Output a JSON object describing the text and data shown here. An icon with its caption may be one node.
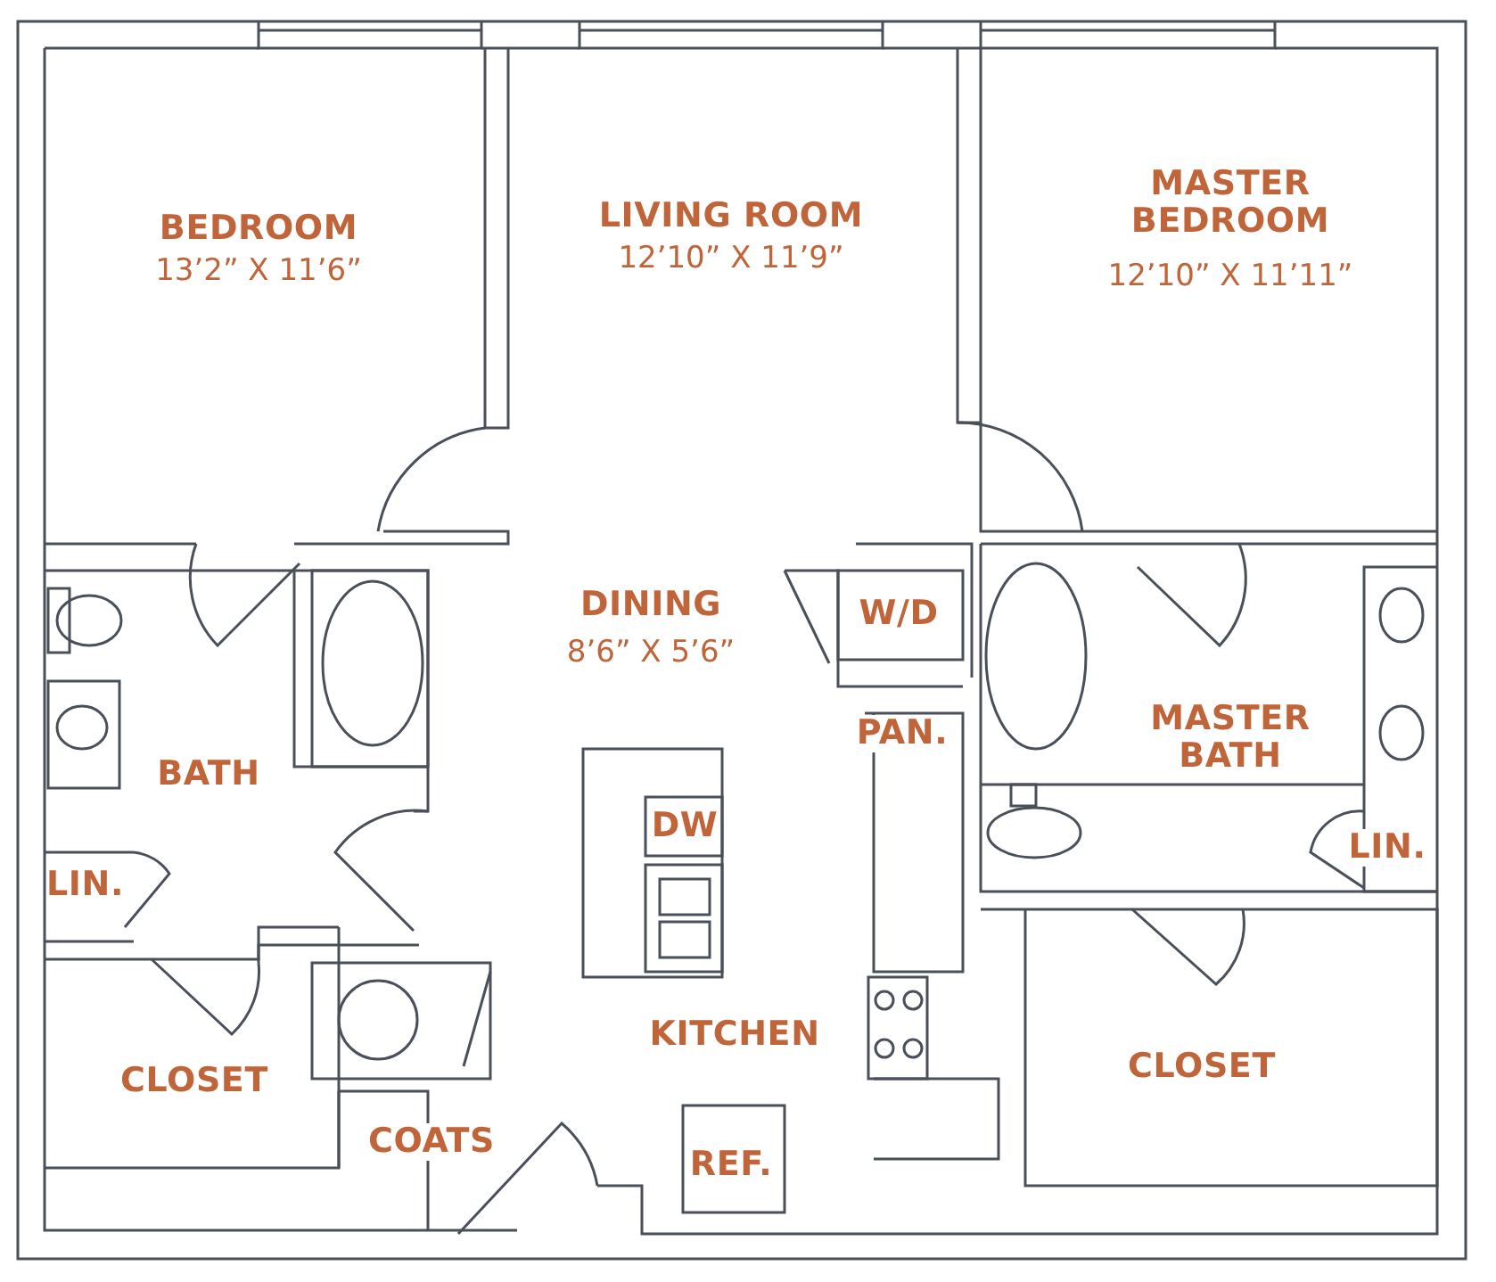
{
  "diagram": {
    "labels": [
      "BEDROOM",
      "13’2” X 11’6”",
      "LIVING ROOM",
      "12’10” X 11’9”",
      "MASTER BEDROOM",
      "12’10” X 11’11”",
      "DINING",
      "8’6” X 5’6”",
      "W/D",
      "BATH",
      "PAN.",
      "MASTER BATH",
      "DW",
      "LIN.",
      "LIN.",
      "KITCHEN",
      "CLOSET",
      "CLOSET",
      "COATS",
      "REF."
    ]
  }
}
